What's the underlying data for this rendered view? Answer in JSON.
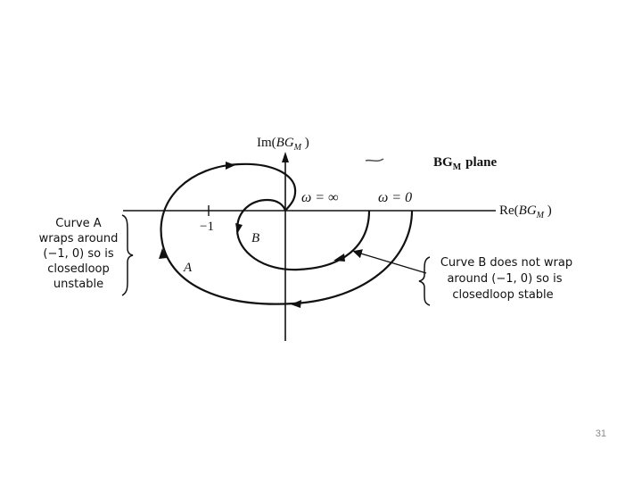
{
  "diagram": {
    "axis_im_prefix": "Im",
    "axis_im_arg": "BG",
    "axis_im_sub": "M",
    "axis_re_prefix": "Re",
    "axis_re_arg": "BG",
    "axis_re_sub": "M",
    "plane_label_bg": "BG",
    "plane_label_sub": "M",
    "plane_label_word": "plane",
    "omega_inf": "ω = ∞",
    "omega_zero": "ω = 0",
    "minus_one": "−1",
    "curve_a_label": "A",
    "curve_b_label": "B",
    "note_left_lines": [
      "Curve A",
      "wraps around",
      "(−1, 0) so is",
      "closedloop",
      "unstable"
    ],
    "note_right_lines": [
      "Curve B does not wrap",
      "around (−1, 0) so is",
      "closedloop stable"
    ]
  },
  "page_number": "31"
}
